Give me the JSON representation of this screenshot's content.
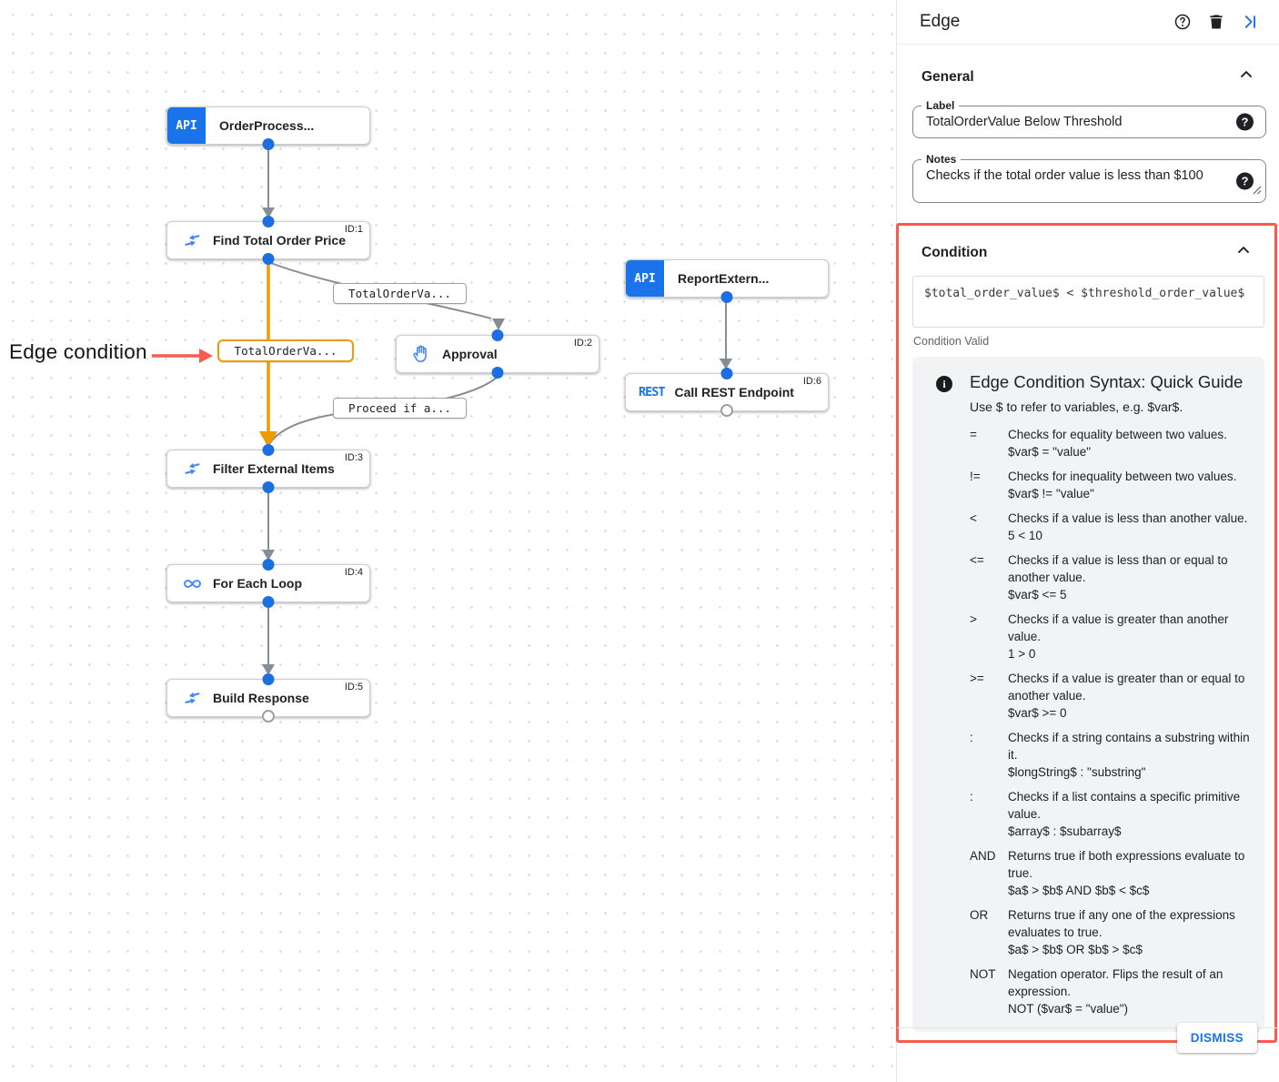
{
  "colors": {
    "accent_blue": "#1a73e8",
    "edge_orange": "#f29900",
    "highlight_red": "#f85c4e",
    "icon_blue": "#4285f4"
  },
  "canvas": {
    "annotation": "Edge condition",
    "icon_labels": {
      "api": "API",
      "rest": "REST"
    },
    "nodes": [
      {
        "title": "OrderProcess..."
      },
      {
        "id": "ID:1",
        "title": "Find Total Order Price"
      },
      {
        "id": "ID:2",
        "title": "Approval"
      },
      {
        "title": "ReportExtern..."
      },
      {
        "id": "ID:6",
        "title": "Call REST Endpoint"
      },
      {
        "id": "ID:3",
        "title": "Filter External Items"
      },
      {
        "id": "ID:4",
        "title": "For Each Loop"
      },
      {
        "id": "ID:5",
        "title": "Build Response"
      }
    ],
    "edge_labels": [
      {
        "text": "TotalOrderVa..."
      },
      {
        "text": "TotalOrderVa...",
        "selected": true
      },
      {
        "text": "Proceed if a..."
      }
    ]
  },
  "panel": {
    "title": "Edge",
    "general": {
      "heading": "General",
      "label_field": {
        "label": "Label",
        "value": "TotalOrderValue Below Threshold"
      },
      "notes_field": {
        "label": "Notes",
        "value": "Checks if the total order value is less than $100"
      }
    },
    "condition": {
      "heading": "Condition",
      "expression": "$total_order_value$ < $threshold_order_value$",
      "status": "Condition Valid",
      "guide": {
        "title": "Edge Condition Syntax: Quick Guide",
        "subtitle": "Use $ to refer to variables, e.g. $var$.",
        "rows": [
          {
            "op": "=",
            "desc": "Checks for equality between two values.",
            "example": "$var$ = \"value\""
          },
          {
            "op": "!=",
            "desc": "Checks for inequality between two values.",
            "example": "$var$ != \"value\""
          },
          {
            "op": "<",
            "desc": "Checks if a value is less than another value.",
            "example": "5 < 10"
          },
          {
            "op": "<=",
            "desc": "Checks if a value is less than or equal to another value.",
            "example": "$var$ <= 5"
          },
          {
            "op": ">",
            "desc": "Checks if a value is greater than another value.",
            "example": "1 > 0"
          },
          {
            "op": ">=",
            "desc": "Checks if a value is greater than or equal to another value.",
            "example": "$var$ >= 0"
          },
          {
            "op": ":",
            "desc": "Checks if a string contains a substring within it.",
            "example": "$longString$ : \"substring\""
          },
          {
            "op": ":",
            "desc": "Checks if a list contains a specific primitive value.",
            "example": "$array$ : $subarray$"
          },
          {
            "op": "AND",
            "desc": "Returns true if both expressions evaluate to true.",
            "example": "$a$ > $b$ AND $b$ < $c$"
          },
          {
            "op": "OR",
            "desc": "Returns true if any one of the expressions evaluates to true.",
            "example": "$a$ > $b$ OR $b$ > $c$"
          },
          {
            "op": "NOT",
            "desc": "Negation operator. Flips the result of an expression.",
            "example": "NOT ($var$ = \"value\")"
          }
        ]
      }
    },
    "dismiss_label": "DISMISS"
  }
}
